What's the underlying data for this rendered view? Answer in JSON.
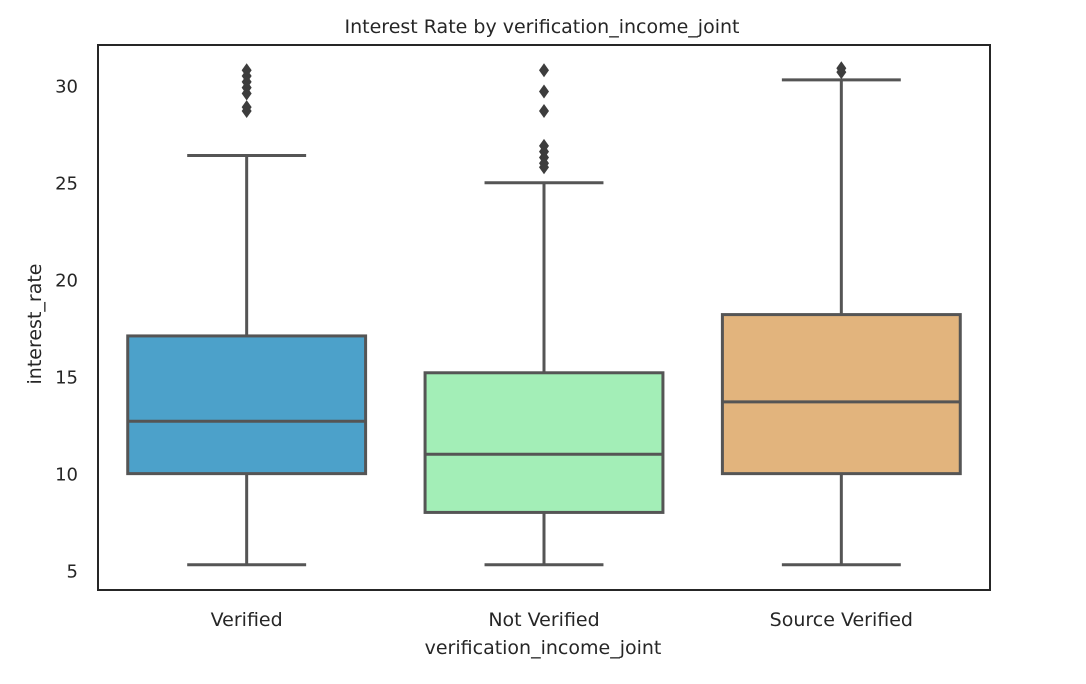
{
  "chart_data": {
    "type": "box",
    "title": "Interest Rate by verification_income_joint",
    "xlabel": "verification_income_joint",
    "ylabel": "interest_rate",
    "ylim": [
      4,
      32.1
    ],
    "yticks": [
      5,
      10,
      15,
      20,
      25,
      30
    ],
    "grid": false,
    "categories": [
      "Verified",
      "Not Verified",
      "Source Verified"
    ],
    "boxes": [
      {
        "category": "Verified",
        "color": "#4ca1ca",
        "whisker_low": 5.3,
        "q1": 10.0,
        "median": 12.7,
        "q3": 17.1,
        "whisker_high": 26.4,
        "outliers": [
          28.7,
          28.9,
          29.6,
          29.9,
          30.2,
          30.5,
          30.8
        ]
      },
      {
        "category": "Not Verified",
        "color": "#a3eeb7",
        "whisker_low": 5.3,
        "q1": 8.0,
        "median": 11.0,
        "q3": 15.2,
        "whisker_high": 25.0,
        "outliers": [
          25.8,
          26.0,
          26.3,
          26.6,
          26.9,
          28.7,
          29.7,
          30.8
        ]
      },
      {
        "category": "Source Verified",
        "color": "#e2b47d",
        "whisker_low": 5.3,
        "q1": 10.0,
        "median": 13.7,
        "q3": 18.2,
        "whisker_high": 30.3,
        "outliers": [
          30.7,
          30.9
        ]
      }
    ]
  }
}
